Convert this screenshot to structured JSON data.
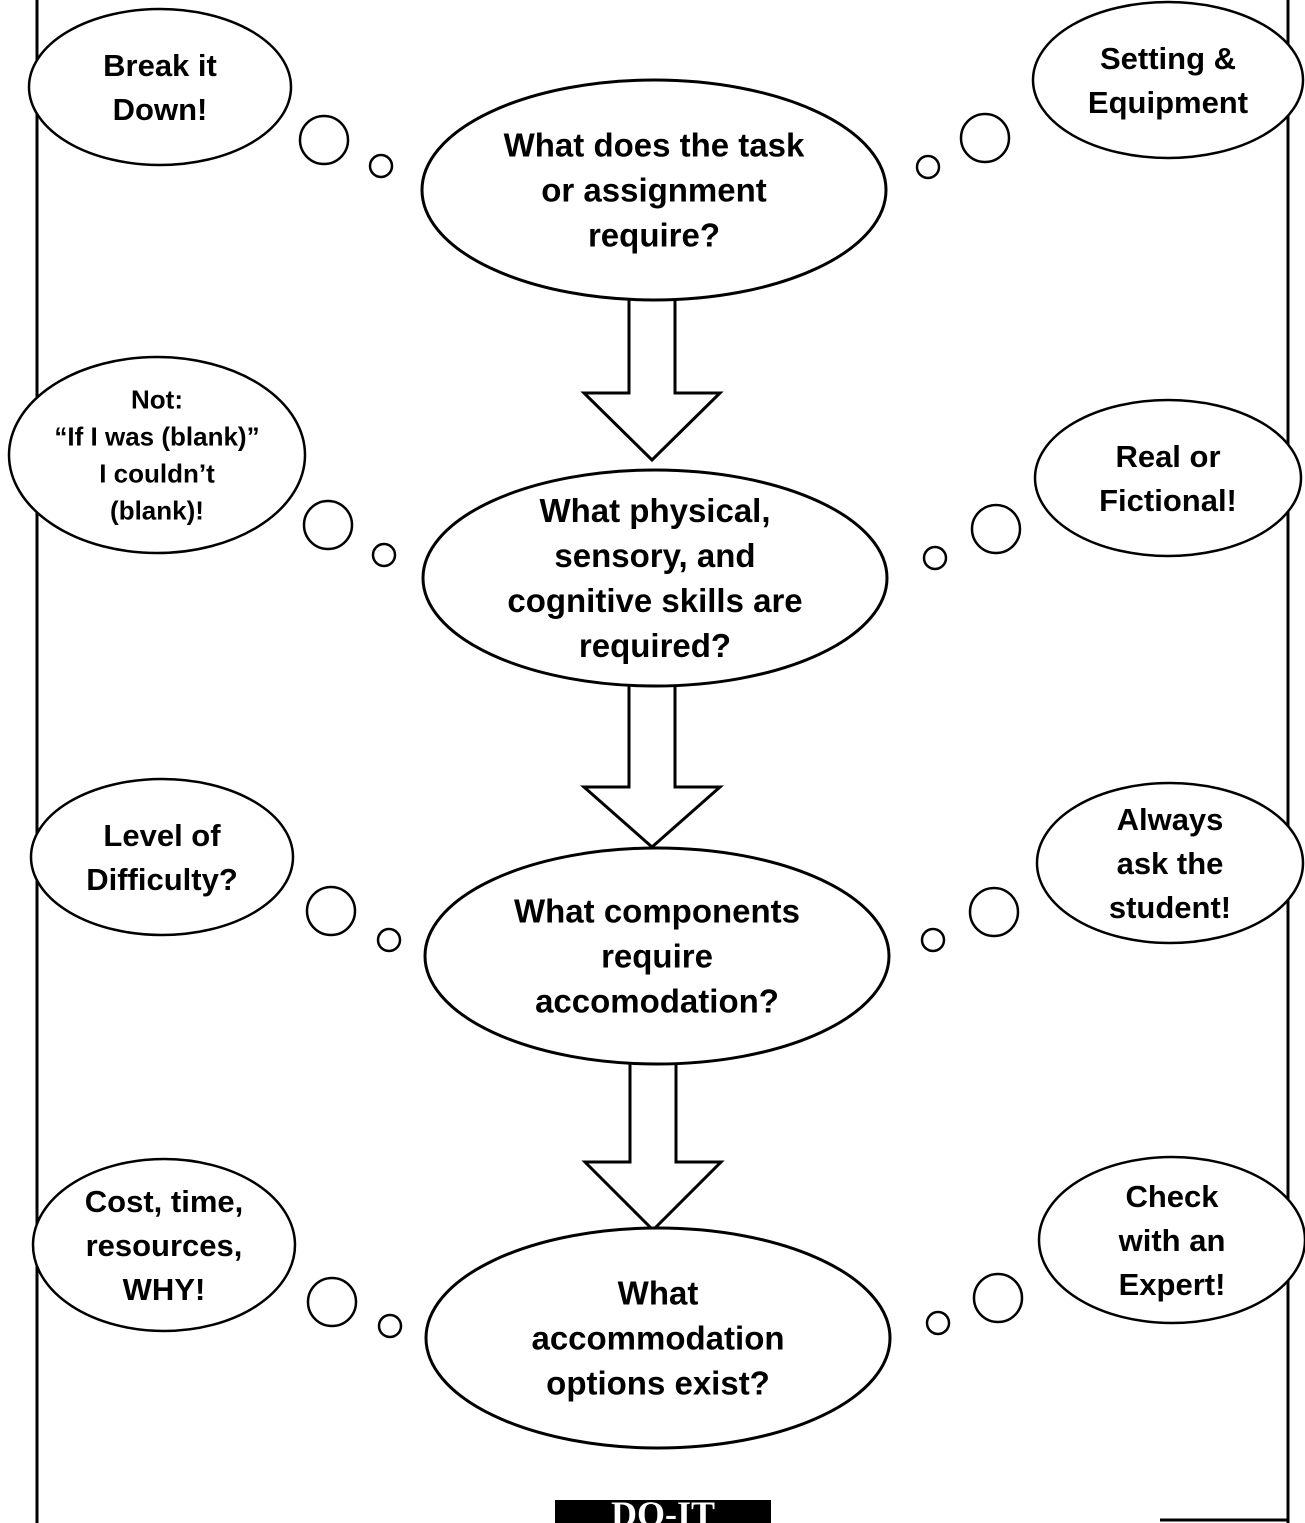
{
  "steps": [
    {
      "lines": [
        "What does the task",
        "or assignment",
        "require?"
      ]
    },
    {
      "lines": [
        "What physical,",
        "sensory, and",
        "cognitive skills are",
        "required?"
      ]
    },
    {
      "lines": [
        "What components",
        "require",
        "accomodation?"
      ]
    },
    {
      "lines": [
        "What",
        "accommodation",
        "options exist?"
      ]
    }
  ],
  "left_thoughts": [
    {
      "lines": [
        "Break it",
        "Down!"
      ]
    },
    {
      "lines": [
        "Not:",
        "“If I was (blank)”",
        "I couldn’t",
        "(blank)!"
      ]
    },
    {
      "lines": [
        "Level of",
        "Difficulty?"
      ]
    },
    {
      "lines": [
        "Cost, time,",
        "resources,",
        "WHY!"
      ]
    }
  ],
  "right_thoughts": [
    {
      "lines": [
        "Setting &",
        "Equipment"
      ]
    },
    {
      "lines": [
        "Real or",
        "Fictional!"
      ]
    },
    {
      "lines": [
        "Always",
        "ask the",
        "student!"
      ]
    },
    {
      "lines": [
        "Check",
        "with an",
        "Expert!"
      ]
    }
  ],
  "footer_logo": {
    "text": "DO-IT"
  }
}
